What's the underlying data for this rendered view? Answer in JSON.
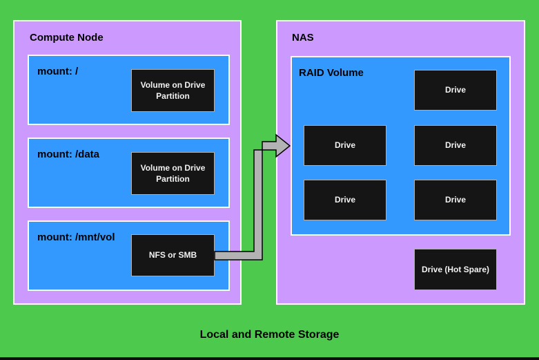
{
  "title": "Local and Remote Storage",
  "colors": {
    "background_green": "#4dca4d",
    "node_purple": "#cc99ff",
    "volume_blue": "#3399ff",
    "device_black": "#151515",
    "device_border_gray": "#b0b0b0",
    "arrow_gray": "#b3b3b3",
    "arrow_outline": "#000000",
    "panel_border_white": "#ffffff"
  },
  "compute_node": {
    "title": "Compute Node",
    "mounts": [
      {
        "label": "mount: /",
        "device": "Volume on Drive Partition"
      },
      {
        "label": "mount: /data",
        "device": "Volume on Drive Partition"
      },
      {
        "label": "mount: /mnt/vol",
        "device": "NFS or SMB"
      }
    ]
  },
  "nas": {
    "title": "NAS",
    "raid_volume": {
      "title": "RAID Volume",
      "drives": [
        "Drive",
        "Drive",
        "Drive",
        "Drive",
        "Drive"
      ]
    },
    "hot_spare_label": "Drive (Hot Spare)"
  },
  "connection": {
    "from": "NFS or SMB",
    "to": "RAID Volume"
  }
}
